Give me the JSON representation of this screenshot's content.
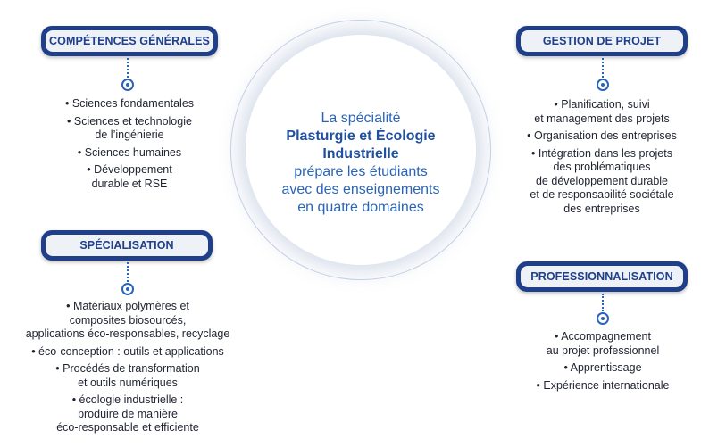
{
  "center": {
    "line1": "La spécialité",
    "bold": "Plasturgie et Écologie\nIndustrielle",
    "rest": "prépare les étudiants\navec des enseignements\nen quatre domaines"
  },
  "domains": {
    "competences": {
      "title": "COMPÉTENCES GÉNÉRALES",
      "items": [
        "Sciences fondamentales",
        "Sciences et technologie\nde l’ingénierie",
        "Sciences humaines",
        "Développement\ndurable et RSE"
      ]
    },
    "specialisation": {
      "title": "SPÉCIALISATION",
      "items": [
        "Matériaux polymères et\ncomposites biosourcés,\napplications éco-responsables, recyclage",
        "éco-conception : outils et applications",
        "Procédés de transformation\net outils numériques",
        "écologie industrielle :\nproduire de manière\néco-responsable et efficiente"
      ]
    },
    "gestion": {
      "title": "GESTION DE PROJET",
      "items": [
        "Planification, suivi\net management des projets",
        "Organisation des entreprises",
        "Intégration dans les projets\ndes problématiques\nde développement durable\net de responsabilité sociétale\ndes entreprises"
      ]
    },
    "professionnalisation": {
      "title": "PROFESSIONNALISATION",
      "items": [
        "Accompagnement\nau projet professionnel",
        "Apprentissage",
        "Expérience internationale"
      ]
    }
  },
  "colors": {
    "navy": "#1f3f8a",
    "blue": "#2a64b8",
    "pill_bg": "#eef1f6"
  }
}
